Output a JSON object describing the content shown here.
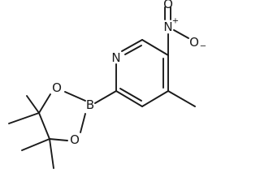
{
  "molecule": {
    "atom_labels": {
      "pyridine_nitrogen": "N",
      "nitro_nitrogen": "N",
      "nitro_nitrogen_charge": "+",
      "nitro_oxygen_double": "O",
      "nitro_oxygen_single": "O",
      "nitro_oxygen_charge": "−",
      "boron": "B",
      "ring_oxygen_top": "O",
      "ring_oxygen_bottom": "O"
    }
  }
}
